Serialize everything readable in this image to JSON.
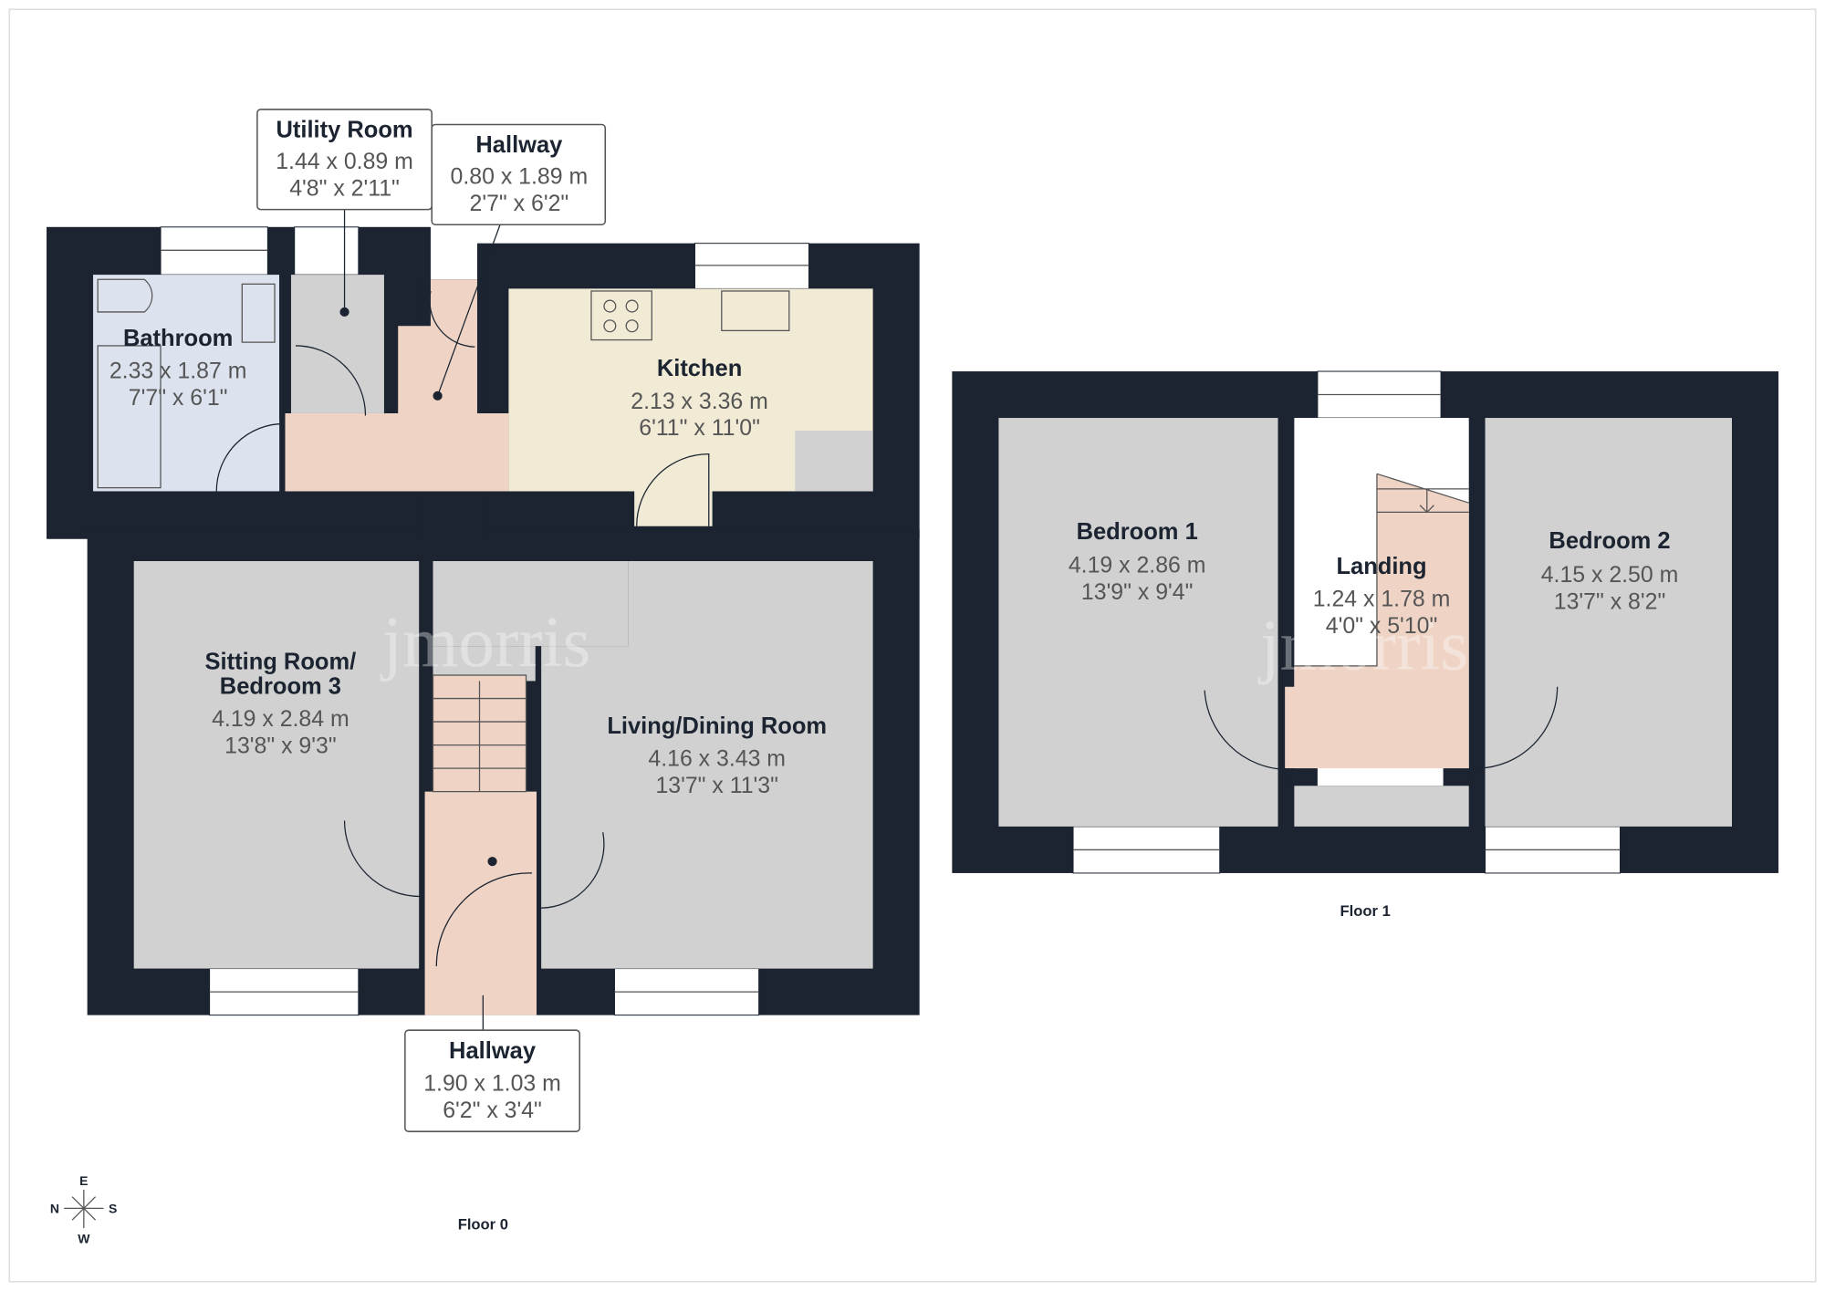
{
  "watermark": "jmorris",
  "floors": [
    {
      "label": "Floor 0",
      "rooms": [
        {
          "name": "Utility Room",
          "metric": "1.44 x 0.89 m",
          "imperial": "4'8\" x 2'11\""
        },
        {
          "name": "Hallway",
          "metric": "0.80 x 1.89 m",
          "imperial": "2'7\" x 6'2\""
        },
        {
          "name": "Bathroom",
          "metric": "2.33 x 1.87 m",
          "imperial": "7'7\" x 6'1\""
        },
        {
          "name": "Kitchen",
          "metric": "2.13 x 3.36 m",
          "imperial": "6'11\" x 11'0\""
        },
        {
          "name_line1": "Sitting Room/",
          "name_line2": "Bedroom 3",
          "metric": "4.19 x 2.84 m",
          "imperial": "13'8\" x 9'3\""
        },
        {
          "name": "Living/Dining Room",
          "metric": "4.16 x 3.43 m",
          "imperial": "13'7\" x 11'3\""
        },
        {
          "name": "Hallway",
          "metric": "1.90 x 1.03 m",
          "imperial": "6'2\" x 3'4\""
        }
      ]
    },
    {
      "label": "Floor 1",
      "rooms": [
        {
          "name": "Bedroom 1",
          "metric": "4.19 x 2.86 m",
          "imperial": "13'9\" x 9'4\""
        },
        {
          "name": "Landing",
          "metric": "1.24 x 1.78 m",
          "imperial": "4'0\" x 5'10\""
        },
        {
          "name": "Bedroom 2",
          "metric": "4.15 x 2.50 m",
          "imperial": "13'7\" x 8'2\""
        }
      ]
    }
  ],
  "compass": {
    "top": "E",
    "left": "N",
    "right": "S",
    "bottom": "W"
  },
  "colors": {
    "wall": "#1b2430",
    "room": "#d1d1d1",
    "bathroom": "#dde3ee",
    "hallway": "#efd4c6",
    "kitchen": "#f1ead4"
  }
}
